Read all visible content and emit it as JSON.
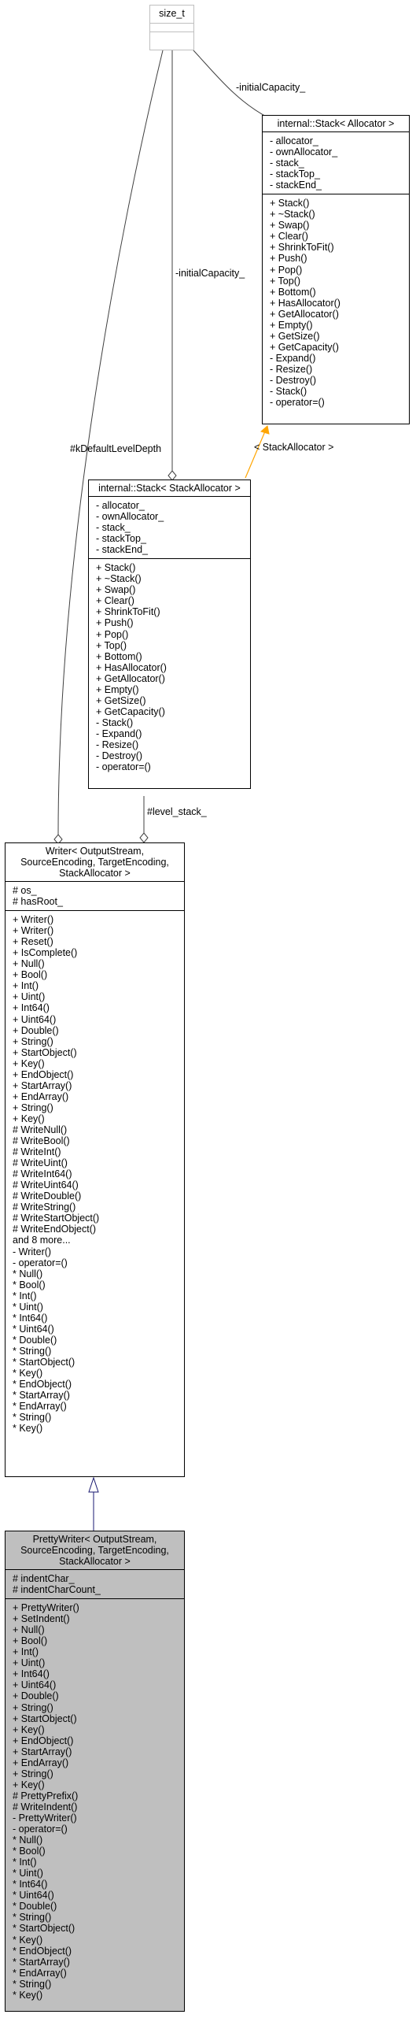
{
  "nodes": {
    "size_t": {
      "header": [
        "size_t"
      ],
      "attributes": [],
      "methods": []
    },
    "stack_allocator": {
      "header": [
        "internal::Stack< Allocator >"
      ],
      "attributes": [
        "- allocator_",
        "- ownAllocator_",
        "- stack_",
        "- stackTop_",
        "- stackEnd_"
      ],
      "methods": [
        "+ Stack()",
        "+ ~Stack()",
        "+ Swap()",
        "+ Clear()",
        "+ ShrinkToFit()",
        "+ Push()",
        "+ Pop()",
        "+ Top()",
        "+ Bottom()",
        "+ HasAllocator()",
        "+ GetAllocator()",
        "+ Empty()",
        "+ GetSize()",
        "+ GetCapacity()",
        "- Expand()",
        "- Resize()",
        "- Destroy()",
        "- Stack()",
        "- operator=()"
      ]
    },
    "stack_stackallocator": {
      "header": [
        "internal::Stack< StackAllocator >"
      ],
      "attributes": [
        "- allocator_",
        "- ownAllocator_",
        "- stack_",
        "- stackTop_",
        "- stackEnd_"
      ],
      "methods": [
        "+ Stack()",
        "+ ~Stack()",
        "+ Swap()",
        "+ Clear()",
        "+ ShrinkToFit()",
        "+ Push()",
        "+ Pop()",
        "+ Top()",
        "+ Bottom()",
        "+ HasAllocator()",
        "+ GetAllocator()",
        "+ Empty()",
        "+ GetSize()",
        "+ GetCapacity()",
        "- Stack()",
        "- Expand()",
        "- Resize()",
        "- Destroy()",
        "- operator=()"
      ]
    },
    "writer": {
      "header": [
        "Writer< OutputStream,",
        "SourceEncoding, TargetEncoding,",
        "StackAllocator >"
      ],
      "attributes": [
        "# os_",
        "# hasRoot_"
      ],
      "methods": [
        "+ Writer()",
        "+ Writer()",
        "+ Reset()",
        "+ IsComplete()",
        "+ Null()",
        "+ Bool()",
        "+ Int()",
        "+ Uint()",
        "+ Int64()",
        "+ Uint64()",
        "+ Double()",
        "+ String()",
        "+ StartObject()",
        "+ Key()",
        "+ EndObject()",
        "+ StartArray()",
        "+ EndArray()",
        "+ String()",
        "+ Key()",
        "# WriteNull()",
        "# WriteBool()",
        "# WriteInt()",
        "# WriteUint()",
        "# WriteInt64()",
        "# WriteUint64()",
        "# WriteDouble()",
        "# WriteString()",
        "# WriteStartObject()",
        "# WriteEndObject()",
        "and 8 more...",
        "- Writer()",
        "- operator=()",
        "* Null()",
        "* Bool()",
        "* Int()",
        "* Uint()",
        "* Int64()",
        "* Uint64()",
        "* Double()",
        "* String()",
        "* StartObject()",
        "* Key()",
        "* EndObject()",
        "* StartArray()",
        "* EndArray()",
        "* String()",
        "* Key()"
      ]
    },
    "prettywriter": {
      "header": [
        "PrettyWriter< OutputStream,",
        "SourceEncoding, TargetEncoding,",
        "StackAllocator >"
      ],
      "attributes": [
        "# indentChar_",
        "# indentCharCount_"
      ],
      "methods": [
        "+ PrettyWriter()",
        "+ SetIndent()",
        "+ Null()",
        "+ Bool()",
        "+ Int()",
        "+ Uint()",
        "+ Int64()",
        "+ Uint64()",
        "+ Double()",
        "+ String()",
        "+ StartObject()",
        "+ Key()",
        "+ EndObject()",
        "+ StartArray()",
        "+ EndArray()",
        "+ String()",
        "+ Key()",
        "# PrettyPrefix()",
        "# WriteIndent()",
        "- PrettyWriter()",
        "- operator=()",
        "* Null()",
        "* Bool()",
        "* Int()",
        "* Uint()",
        "* Int64()",
        "* Uint64()",
        "* Double()",
        "* String()",
        "* StartObject()",
        "* Key()",
        "* EndObject()",
        "* StartArray()",
        "* EndArray()",
        "* String()",
        "* Key()"
      ]
    }
  },
  "edge_labels": {
    "initial_capacity_top": "-initialCapacity_",
    "initial_capacity_mid": "-initialCapacity_",
    "default_level_depth": "#kDefaultLevelDepth",
    "stack_allocator_tmpl": "< StackAllocator >",
    "level_stack": "#level_stack_"
  },
  "colors": {
    "aggregation_edge": "#404040",
    "template_edge": "#ffa500",
    "inheritance_edge": "#191970",
    "highlight_fill": "#bfbfbf",
    "gray_border": "#bfbfbf"
  }
}
